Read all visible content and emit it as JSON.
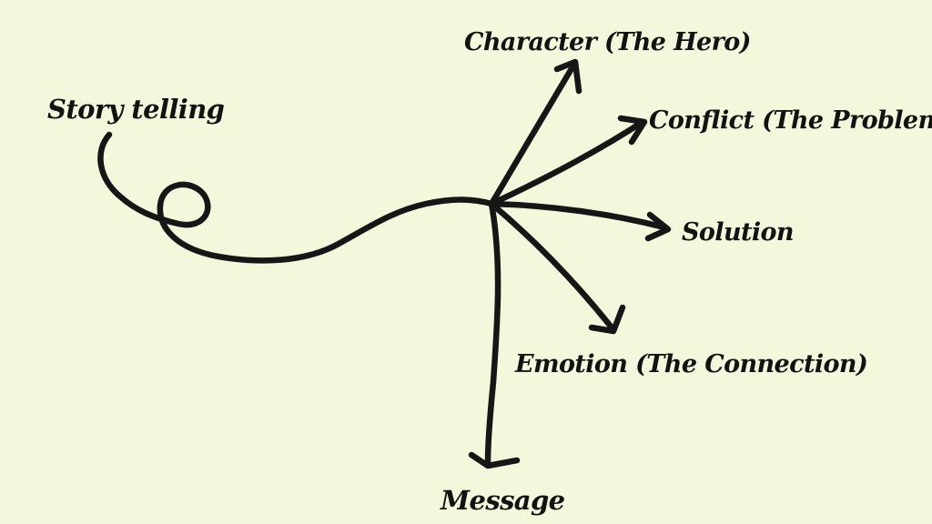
{
  "diagram": {
    "root": {
      "label": "Story telling"
    },
    "branches": [
      {
        "id": "character",
        "label": "Character (The Hero)"
      },
      {
        "id": "conflict",
        "label": "Conflict (The Problem)"
      },
      {
        "id": "solution",
        "label": "Solution"
      },
      {
        "id": "emotion",
        "label": "Emotion (The Connection)"
      },
      {
        "id": "message",
        "label": "Message"
      }
    ]
  },
  "colors": {
    "background": "#f2f8dc",
    "ink": "#161616"
  }
}
